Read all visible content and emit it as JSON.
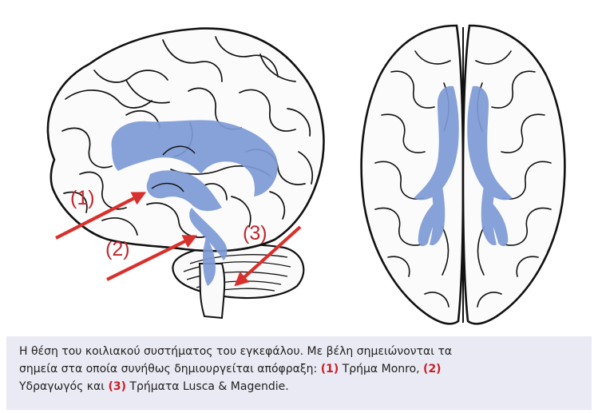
{
  "colors": {
    "ventricle": "#7e9bd6",
    "arrow": "#d8302c",
    "label": "#c0272d",
    "caption_bg": "#e9eaf3",
    "caption_text": "#222222"
  },
  "diagram": {
    "lateral_view": {
      "labels": [
        "(1)",
        "(2)",
        "(3)"
      ]
    }
  },
  "caption": {
    "line1": "Η θέση του κοιλιακού συστήματος του εγκεφάλου. Με βέλη σημειώνονται τα",
    "line2_prefix": "σημεία στα οποία συνήθως δημιουργείται απόφραξη: ",
    "mark1": "(1)",
    "term1": " Τρήμα Monro, ",
    "mark2": "(2)",
    "line3_term2": "Υδραγωγός και ",
    "mark3": "(3)",
    "term3": " Τρήματα Lusca & Magendie."
  }
}
